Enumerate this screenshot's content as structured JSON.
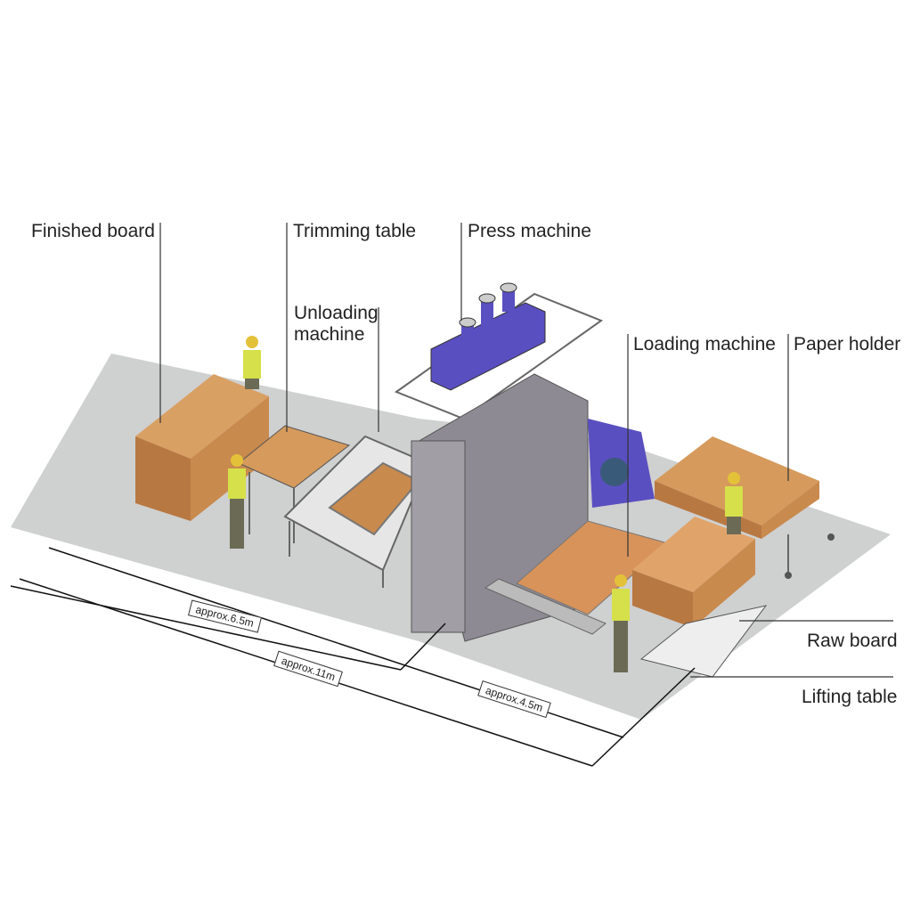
{
  "labels": {
    "finished_board": "Finished board",
    "trimming_table": "Trimming table",
    "unloading_machine_1": "Unloading",
    "unloading_machine_2": "machine",
    "press_machine": "Press machine",
    "loading_machine": "Loading machine",
    "paper_holder": "Paper holder",
    "raw_board": "Raw board",
    "lifting_table": "Lifting table"
  },
  "dimensions": {
    "left_section": "approx.6.5m",
    "total_length": "approx.11m",
    "right_section": "approx.4.5m"
  },
  "colors": {
    "floor": "#cfd0d0",
    "press_frame": "#8e8a93",
    "hydraulic_unit": "#5a4fc0",
    "board": "#c98a4e",
    "worker_vest": "#d5e04a"
  }
}
